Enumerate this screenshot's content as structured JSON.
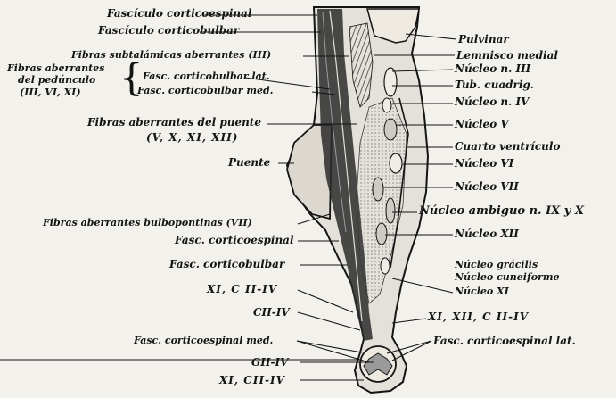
{
  "figure": {
    "left_labels": {
      "fasc_corticoespinal_top": "Fascículo corticoespinal",
      "fasc_corticobulbar_top": "Fascículo corticobulbar",
      "fibras_subtalamicas": "Fibras subtalámicas aberrantes (III)",
      "fibras_aberrantes_pedunculo_1": "Fibras aberrantes",
      "fibras_aberrantes_pedunculo_2": "del pedúnculo",
      "fibras_aberrantes_pedunculo_3": "(III, VI, XI)",
      "fasc_corticobulbar_lat": "Fasc. corticobulbar lat.",
      "fasc_corticobulbar_med": "Fasc. corticobulbar med.",
      "fibras_aberrantes_puente_1": "Fibras aberrantes del puente",
      "fibras_aberrantes_puente_2": "(V, X, XI, XII)",
      "puente": "Puente",
      "fibras_bulbopontinas": "Fibras aberrantes bulbopontinas (VII)",
      "fasc_corticoespinal_mid": "Fasc. corticoespinal",
      "fasc_corticobulbar_mid": "Fasc. corticobulbar",
      "xi_c_ii_iv": "XI, C II-IV",
      "cii_iv": "CII-IV",
      "fasc_corticoespinal_med": "Fasc. corticoespinal med.",
      "gii_iv": "GII-IV",
      "xi_cii_iv": "XI, CII-IV"
    },
    "right_labels": {
      "pulvinar": "Pulvinar",
      "lemnisco_medial": "Lemnisco medial",
      "nucleo_iii": "Núcleo n. III",
      "tub_cuadrig": "Tub. cuadrig.",
      "nucleo_iv": "Núcleo n. IV",
      "nucleo_v": "Núcleo V",
      "cuarto_ventriculo": "Cuarto ventrículo",
      "nucleo_vi": "Núcleo VI",
      "nucleo_vii": "Núcleo VII",
      "nucleo_ambiguo": "Núcleo ambiguo n. IX y X",
      "nucleo_xii": "Núcleo XII",
      "nucleo_gracilis": "Núcleo grácilis",
      "nucleo_cuneiforme": "Núcleo cuneiforme",
      "nucleo_xi": "Núcleo XI",
      "xi_xii_c_ii_iv": "XI, XII, C II-IV",
      "fasc_corticoespinal_lat": "Fasc. corticoespinal lat."
    },
    "colors": {
      "ink": "#141414",
      "paper": "#f3f1ec",
      "tissue": "#e4e1da"
    }
  }
}
